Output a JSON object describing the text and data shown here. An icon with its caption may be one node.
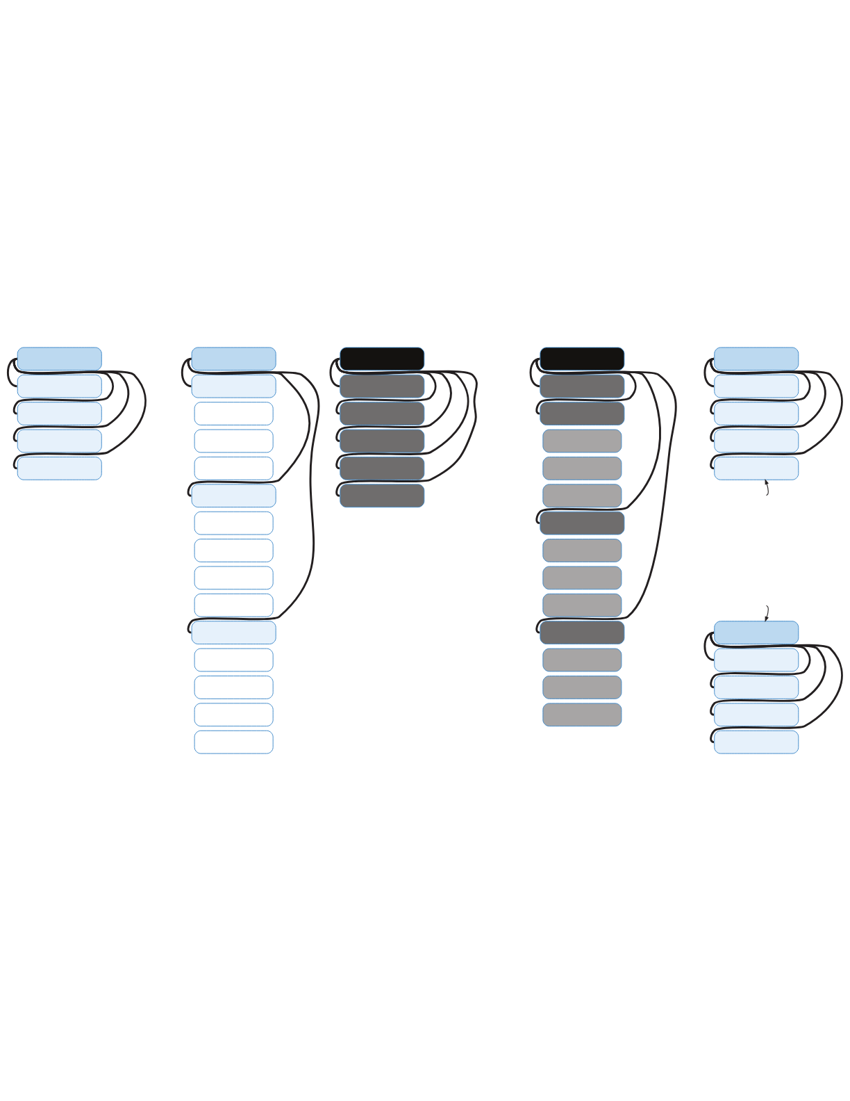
{
  "diagram": {
    "nodes": [
      {
        "text": [],
        "shape": "box"
      },
      {
        "text": [],
        "shape": "box"
      },
      {
        "text": [],
        "shape": "box"
      },
      {
        "text": [],
        "shape": "box"
      },
      {
        "text": [],
        "shape": "box"
      },
      {
        "text": [],
        "shape": "box"
      },
      {
        "text": [],
        "shape": "box"
      },
      {
        "text": [],
        "shape": "box"
      },
      {
        "text": [],
        "shape": "box"
      },
      {
        "text": [],
        "shape": "box"
      },
      {
        "text": [],
        "shape": "box"
      },
      {
        "text": [],
        "shape": "box"
      },
      {
        "text": [],
        "shape": "box"
      },
      {
        "text": [],
        "shape": "box"
      },
      {
        "text": [],
        "shape": "box"
      },
      {
        "text": [],
        "shape": "box"
      },
      {
        "text": [],
        "shape": "box"
      },
      {
        "text": [],
        "shape": "box"
      },
      {
        "text": [],
        "shape": "box"
      },
      {
        "text": [],
        "shape": "box"
      },
      {
        "text": [],
        "shape": "box"
      },
      {
        "text": [],
        "shape": "box"
      },
      {
        "text": [],
        "shape": "box"
      },
      {
        "text": [],
        "shape": "box"
      },
      {
        "text": [],
        "shape": "box"
      },
      {
        "text": [],
        "shape": "box"
      },
      {
        "text": [],
        "shape": "box"
      },
      {
        "text": [],
        "shape": "box"
      },
      {
        "text": [],
        "shape": "box"
      },
      {
        "text": [],
        "shape": "box"
      },
      {
        "text": [],
        "shape": "box"
      },
      {
        "text": [],
        "shape": "box"
      },
      {
        "text": [],
        "shape": "box"
      },
      {
        "text": [],
        "shape": "box"
      },
      {
        "text": [],
        "shape": "box"
      },
      {
        "text": [],
        "shape": "box"
      },
      {
        "text": [],
        "shape": "box"
      },
      {
        "text": [],
        "shape": "box"
      },
      {
        "text": [],
        "shape": "box"
      },
      {
        "text": [],
        "shape": "box"
      },
      {
        "text": [],
        "shape": "box"
      },
      {
        "text": [],
        "shape": "box"
      },
      {
        "text": [],
        "shape": "box"
      },
      {
        "text": [],
        "shape": "box"
      },
      {
        "text": [],
        "shape": "box"
      },
      {
        "text": [],
        "shape": "box"
      },
      {
        "text": [],
        "shape": "box"
      },
      {
        "text": [],
        "shape": "box"
      },
      {
        "text": [],
        "shape": "box"
      },
      {
        "text": [],
        "shape": "box"
      }
    ],
    "edges": [
      {
        "from": 0,
        "to": 1,
        "arrow": "none"
      },
      {
        "from": 0,
        "to": 2,
        "arrow": "none"
      },
      {
        "from": 0,
        "to": 3,
        "arrow": "none"
      },
      {
        "from": 0,
        "to": 4,
        "arrow": "none"
      },
      {
        "from": 5,
        "to": 6,
        "arrow": "none"
      },
      {
        "from": 5,
        "to": 10,
        "arrow": "none"
      },
      {
        "from": 5,
        "to": 15,
        "arrow": "none"
      },
      {
        "from": 20,
        "to": 21,
        "arrow": "none"
      },
      {
        "from": 20,
        "to": 22,
        "arrow": "none"
      },
      {
        "from": 20,
        "to": 23,
        "arrow": "none"
      },
      {
        "from": 20,
        "to": 24,
        "arrow": "none"
      },
      {
        "from": 20,
        "to": 25,
        "arrow": "none"
      },
      {
        "from": 26,
        "to": 27,
        "arrow": "none"
      },
      {
        "from": 26,
        "to": 28,
        "arrow": "none"
      },
      {
        "from": 26,
        "to": 32,
        "arrow": "none"
      },
      {
        "from": 26,
        "to": 36,
        "arrow": "none"
      },
      {
        "from": 40,
        "to": 41,
        "arrow": "none"
      },
      {
        "from": 40,
        "to": 42,
        "arrow": "none"
      },
      {
        "from": 40,
        "to": 43,
        "arrow": "none"
      },
      {
        "from": 40,
        "to": 44,
        "arrow": "none"
      },
      {
        "from": 45,
        "to": 46,
        "arrow": "none"
      },
      {
        "from": 45,
        "to": 47,
        "arrow": "none"
      },
      {
        "from": 45,
        "to": 48,
        "arrow": "none"
      },
      {
        "from": 45,
        "to": 49,
        "arrow": "none"
      },
      {
        "from": null,
        "to": 44,
        "arrow": "to"
      },
      {
        "from": null,
        "to": 45,
        "arrow": "to"
      }
    ]
  }
}
